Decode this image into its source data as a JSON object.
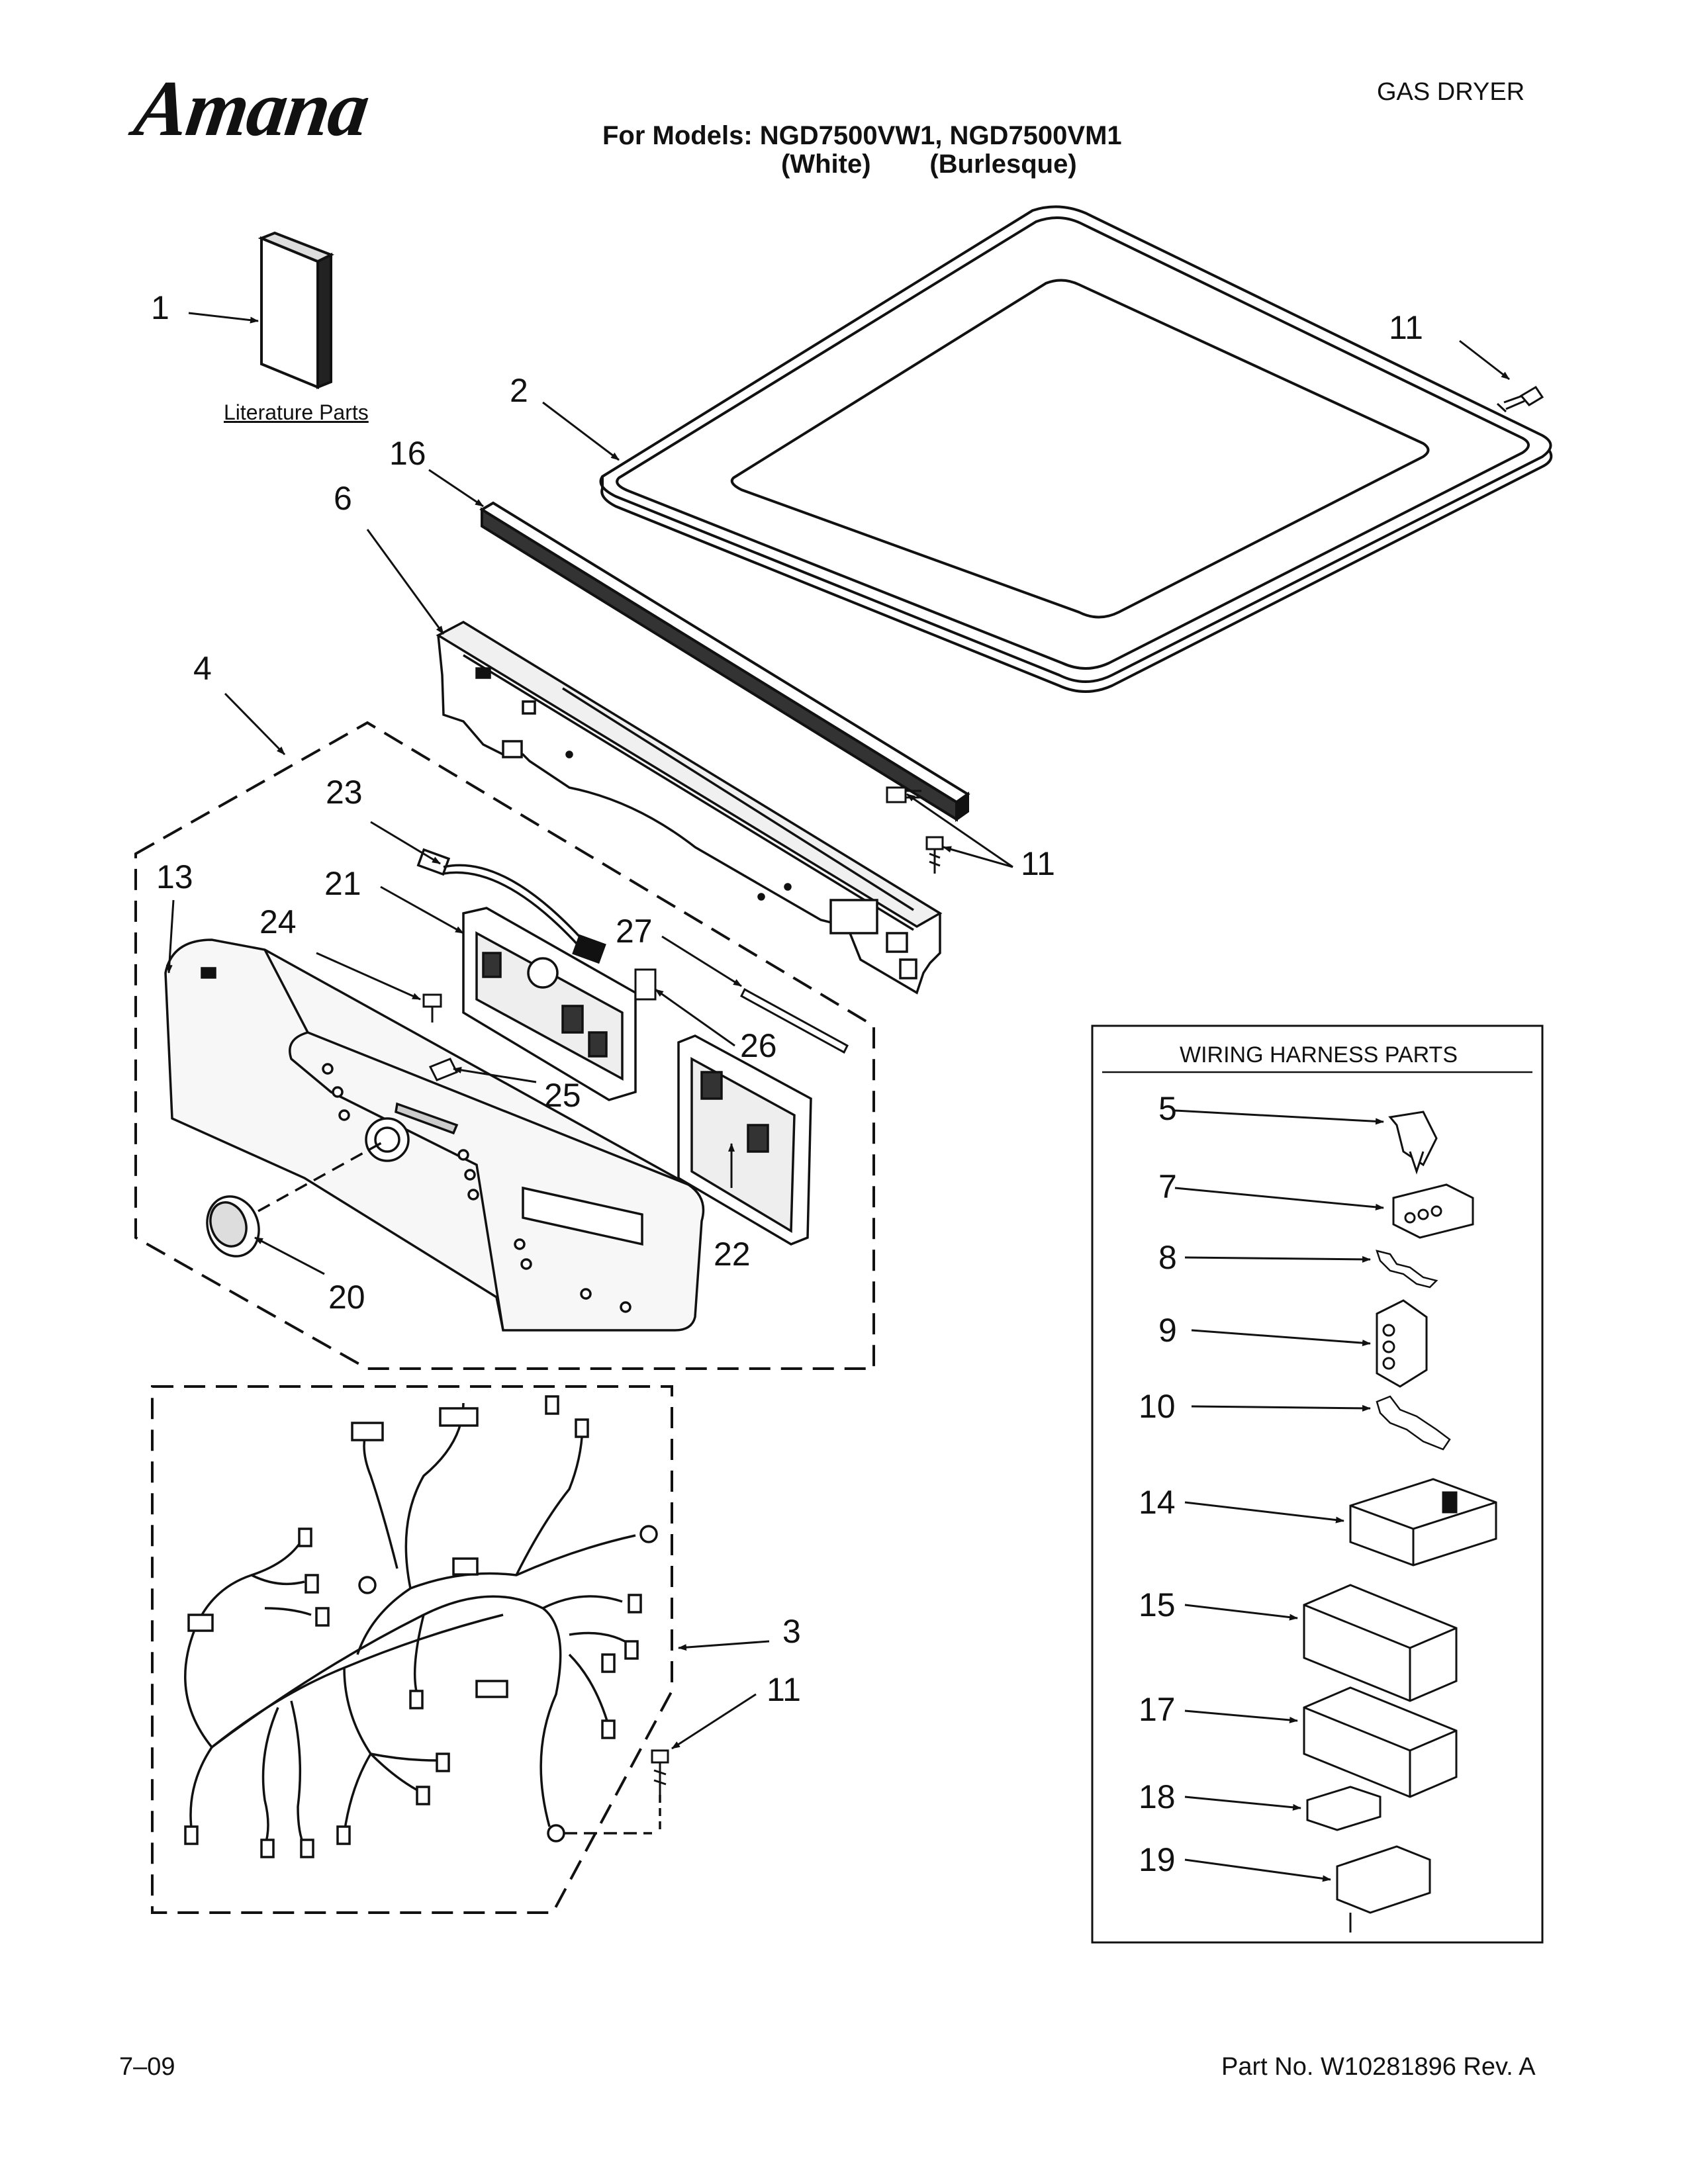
{
  "header": {
    "brand": "Amana",
    "doc_type": "GAS DRYER",
    "models_line": "For Models: NGD7500VW1, NGD7500VM1",
    "colors_line": "(White)        (Burlesque)"
  },
  "literature_label": "Literature Parts",
  "harness_box": {
    "title": "WIRING HARNESS PARTS"
  },
  "callouts": {
    "c1": "1",
    "c2": "2",
    "c3": "3",
    "c4": "4",
    "c6": "6",
    "c11a": "11",
    "c11b": "11",
    "c11c": "11",
    "c13": "13",
    "c16": "16",
    "c20": "20",
    "c21": "21",
    "c22": "22",
    "c23": "23",
    "c24": "24",
    "c25": "25",
    "c26": "26",
    "c27": "27",
    "h5": "5",
    "h7": "7",
    "h8": "8",
    "h9": "9",
    "h10": "10",
    "h14": "14",
    "h15": "15",
    "h17": "17",
    "h18": "18",
    "h19": "19"
  },
  "footer": {
    "date": "7–09",
    "part_no": "Part No. W10281896 Rev. A"
  }
}
